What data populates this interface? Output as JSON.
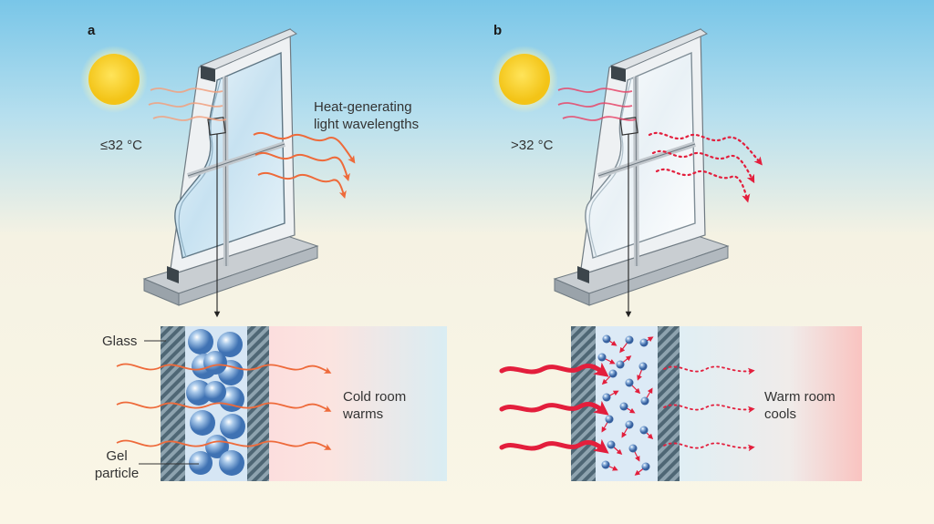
{
  "panels": [
    {
      "letter": "a",
      "temperature": "≤32 °C",
      "light_label": "Heat-generating\nlight wavelengths",
      "glass_label": "Glass",
      "particle_label": "Gel\nparticle",
      "room_label": "Cold room\nwarms"
    },
    {
      "letter": "b",
      "temperature": ">32 °C",
      "room_label": "Warm room\ncools"
    }
  ],
  "colors": {
    "sky_top": "#7ec8e8",
    "sky_bottom": "#faf6e6",
    "sun": "#f7d21f",
    "light_wave": "#ee6a3a",
    "strong_wave": "#e31e3c",
    "glass": "#c8e4f2",
    "frame": "#dfe3e6",
    "hatch": "#5f7684",
    "gel": "#d5e6f5",
    "particle": "#4d8fd4",
    "warm_glow": "#f6a3a3"
  }
}
